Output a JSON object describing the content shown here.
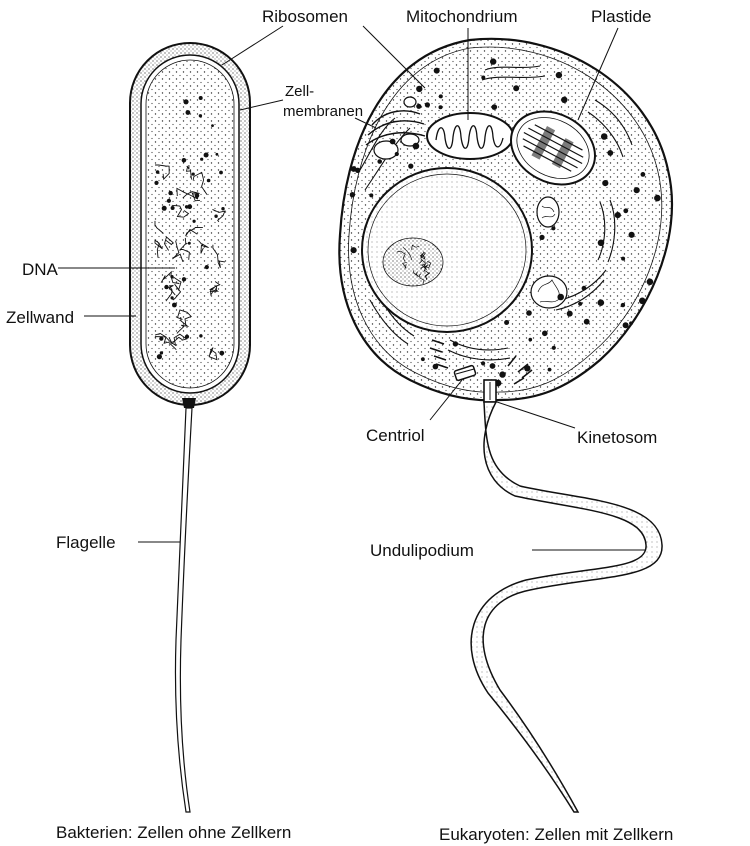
{
  "labels": {
    "ribosomen": "Ribosomen",
    "mitochondrium": "Mitochondrium",
    "plastide": "Plastide",
    "zell_line1": "Zell-",
    "zell_line2": "membranen",
    "dna": "DNA",
    "zellwand": "Zellwand",
    "centriol": "Centriol",
    "kinetosom": "Kinetosom",
    "flagelle": "Flagelle",
    "undulipodium": "Undulipodium"
  },
  "captions": {
    "left": "Bakterien: Zellen ohne Zellkern",
    "right": "Eukaryoten: Zellen mit Zellkern"
  }
}
